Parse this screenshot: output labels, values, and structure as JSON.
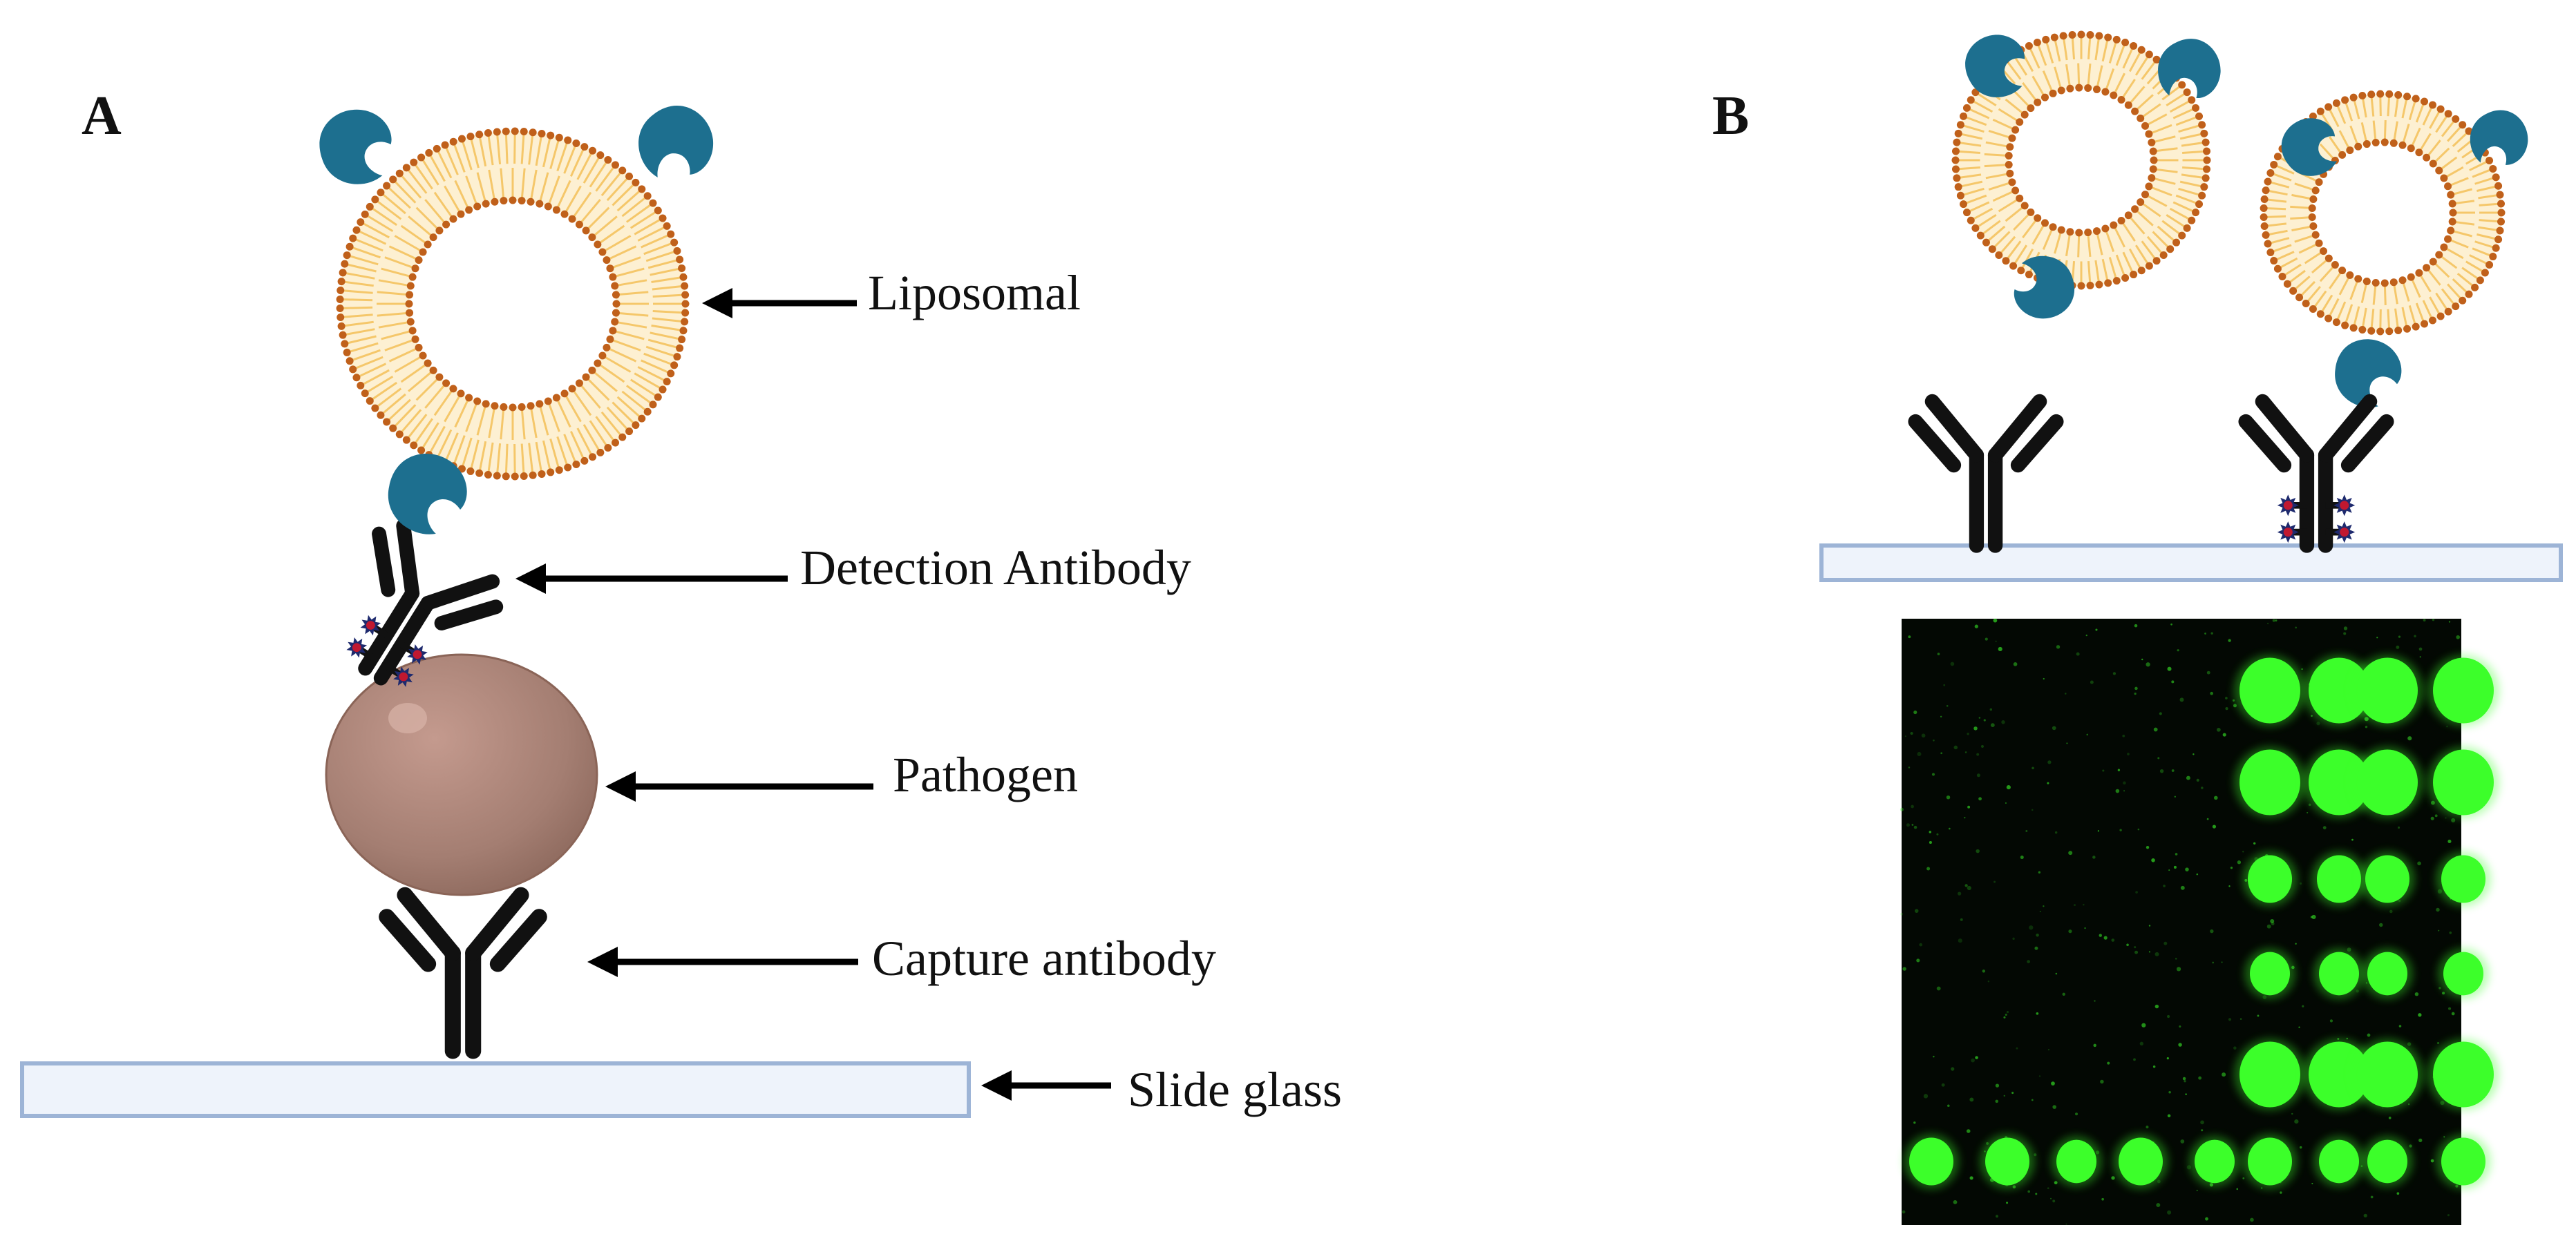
{
  "figure": {
    "panel_a": {
      "letter": "A",
      "labels": {
        "liposomal": "Liposomal",
        "detection_antibody": "Detection Antibody",
        "pathogen": "Pathogen",
        "capture_antibody": "Capture antibody",
        "slide_glass": "Slide glass"
      }
    },
    "panel_b": {
      "letter": "B",
      "fluorescence_spot_rows": [
        [
          0,
          0,
          0,
          0,
          0,
          1,
          1,
          1,
          1
        ],
        [
          0,
          0,
          0,
          0,
          0,
          1,
          1,
          1,
          1
        ],
        [
          0,
          0,
          0,
          0,
          0,
          0.6,
          0.6,
          0.6,
          0.6
        ],
        [
          0,
          0,
          0,
          0,
          0,
          0.5,
          0.5,
          0.5,
          0.5
        ],
        [
          0,
          0,
          0,
          0,
          0,
          1,
          1,
          1,
          1
        ],
        [
          0.6,
          0.6,
          0.5,
          0.6,
          0.5,
          0.6,
          0.5,
          0.5,
          0.6
        ]
      ]
    },
    "colors": {
      "antibody": "#111111",
      "receptor": "#1d6f8f",
      "lipid_head": "#c0601a",
      "lipid_tail": "#f5c76a",
      "pathogen": "#a47e72",
      "slide_fill": "#eef3fb",
      "slide_border": "#9db4d6",
      "fluorescence": "#3cff2a",
      "micrograph_bg": "#030803",
      "star": "#1e2a6e",
      "star_dot": "#c01830"
    }
  }
}
